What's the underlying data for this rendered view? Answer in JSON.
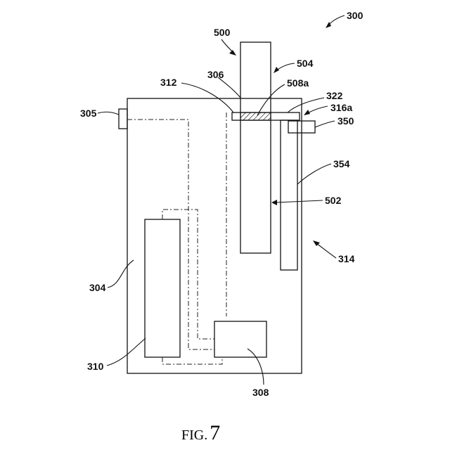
{
  "figure": {
    "caption_prefix": "FIG.",
    "caption_number": "7"
  },
  "labels": {
    "l300": "300",
    "l500": "500",
    "l504": "504",
    "l306": "306",
    "l312": "312",
    "l508a": "508a",
    "l322": "322",
    "l316a": "316a",
    "l305": "305",
    "l350": "350",
    "l354": "354",
    "l502": "502",
    "l314": "314",
    "l304": "304",
    "l310": "310",
    "l308": "308"
  },
  "colors": {
    "line": "#111111",
    "background": "#ffffff"
  }
}
